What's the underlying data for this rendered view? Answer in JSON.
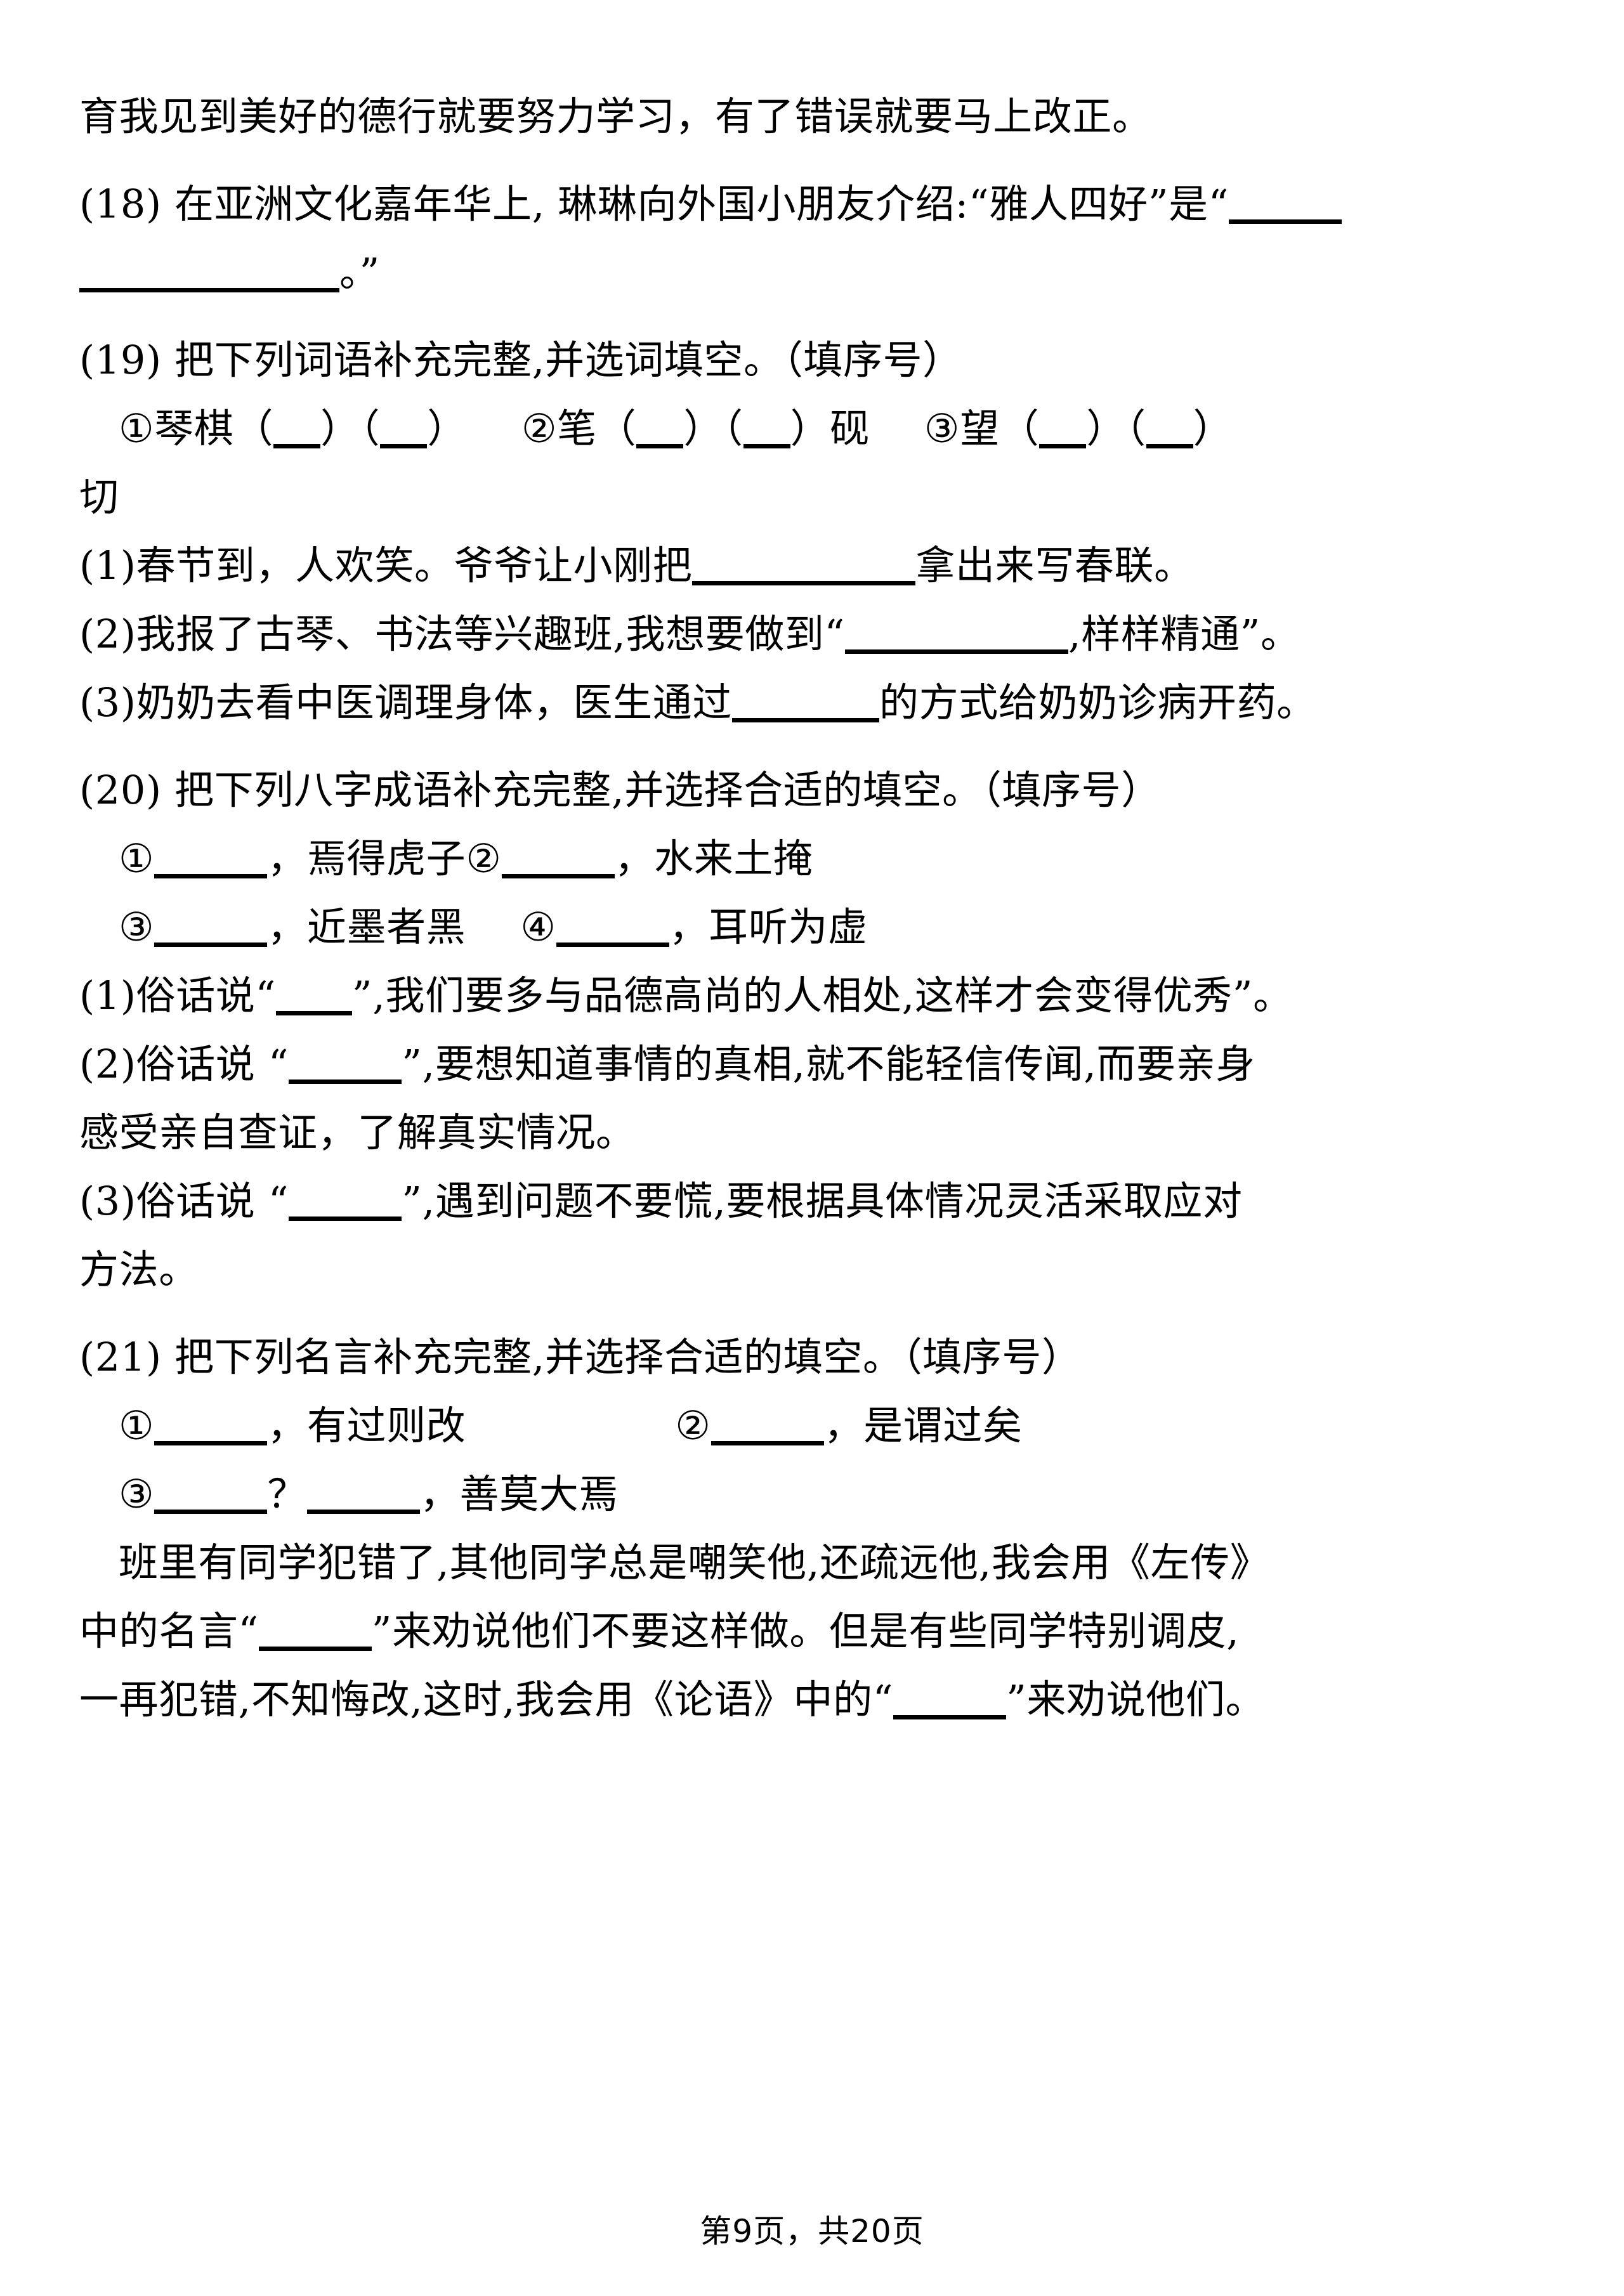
{
  "document": {
    "type": "chinese-language-exam-worksheet",
    "page_footer": "第9页，共20页"
  },
  "content": {
    "carryover_line": "育我见到美好的德行就要努力学习，有了错误就要马上改正。",
    "q18": {
      "label": "(18)",
      "line1": "在亚洲文化嘉年华上, 琳琳向外国小朋友介绍:“雅人四好”是“",
      "line2_tail": "。”"
    },
    "q19": {
      "label": "(19)",
      "prompt": "把下列词语补充完整,并选词填空。（填序号）",
      "items_line_a": "①琴棋（",
      "items_line_b": "）（",
      "items_line_c": "）",
      "item1_prefix": "①琴棋（",
      "item2_prefix": "②笔（",
      "item2_mid": "）（",
      "item2_suffix": "）砚",
      "item3_prefix": "③望（",
      "item3_mid": "）（",
      "item3_suffix": "）",
      "item3_wrap": "切",
      "sub1_a": "(1)春节到，人欢笑。爷爷让小刚把",
      "sub1_b": "拿出来写春联。",
      "sub2_a": "(2)我报了古琴、书法等兴趣班,我想要做到“",
      "sub2_b": ",样样精通”。",
      "sub3_a": "(3)奶奶去看中医调理身体，医生通过",
      "sub3_b": "的方式给奶奶诊病开药。"
    },
    "q20": {
      "label": "(20)",
      "prompt": "把下列八字成语补充完整,并选择合适的填空。（填序号）",
      "idiom1_num": "①",
      "idiom1_tail": "，焉得虎子",
      "idiom2_num": "②",
      "idiom2_tail": "，水来土掩",
      "idiom3_num": "③",
      "idiom3_tail": "，近墨者黑",
      "idiom4_num": "④",
      "idiom4_tail": "，耳听为虚",
      "sub1_a": "(1)俗话说“",
      "sub1_b": "”,我们要多与品德高尚的人相处,这样才会变得优秀”。",
      "sub2_a": "(2)俗话说 “",
      "sub2_b": "”,要想知道事情的真相,就不能轻信传闻,而要亲身",
      "sub2_c": "感受亲自查证，了解真实情况。",
      "sub3_a": "(3)俗话说 “",
      "sub3_b": "”,遇到问题不要慌,要根据具体情况灵活采取应对",
      "sub3_c": "方法。"
    },
    "q21": {
      "label": "(21)",
      "prompt": "把下列名言补充完整,并选择合适的填空。（填序号）",
      "maxim1_num": "①",
      "maxim1_tail": "，有过则改",
      "maxim2_num": "②",
      "maxim2_tail": "，是谓过矣",
      "maxim3_num": "③",
      "maxim3_mid": "？",
      "maxim3_tail": "，善莫大焉",
      "para_line1": "班里有同学犯错了,其他同学总是嘲笑他,还疏远他,我会用《左传》",
      "para_line2_a": "中的名言“",
      "para_line2_b": "”来劝说他们不要这样做。但是有些同学特别调皮,",
      "para_line3_a": "一再犯错,不知悔改,这时,我会用《论语》中的“",
      "para_line3_b": "”来劝说他们。"
    }
  }
}
